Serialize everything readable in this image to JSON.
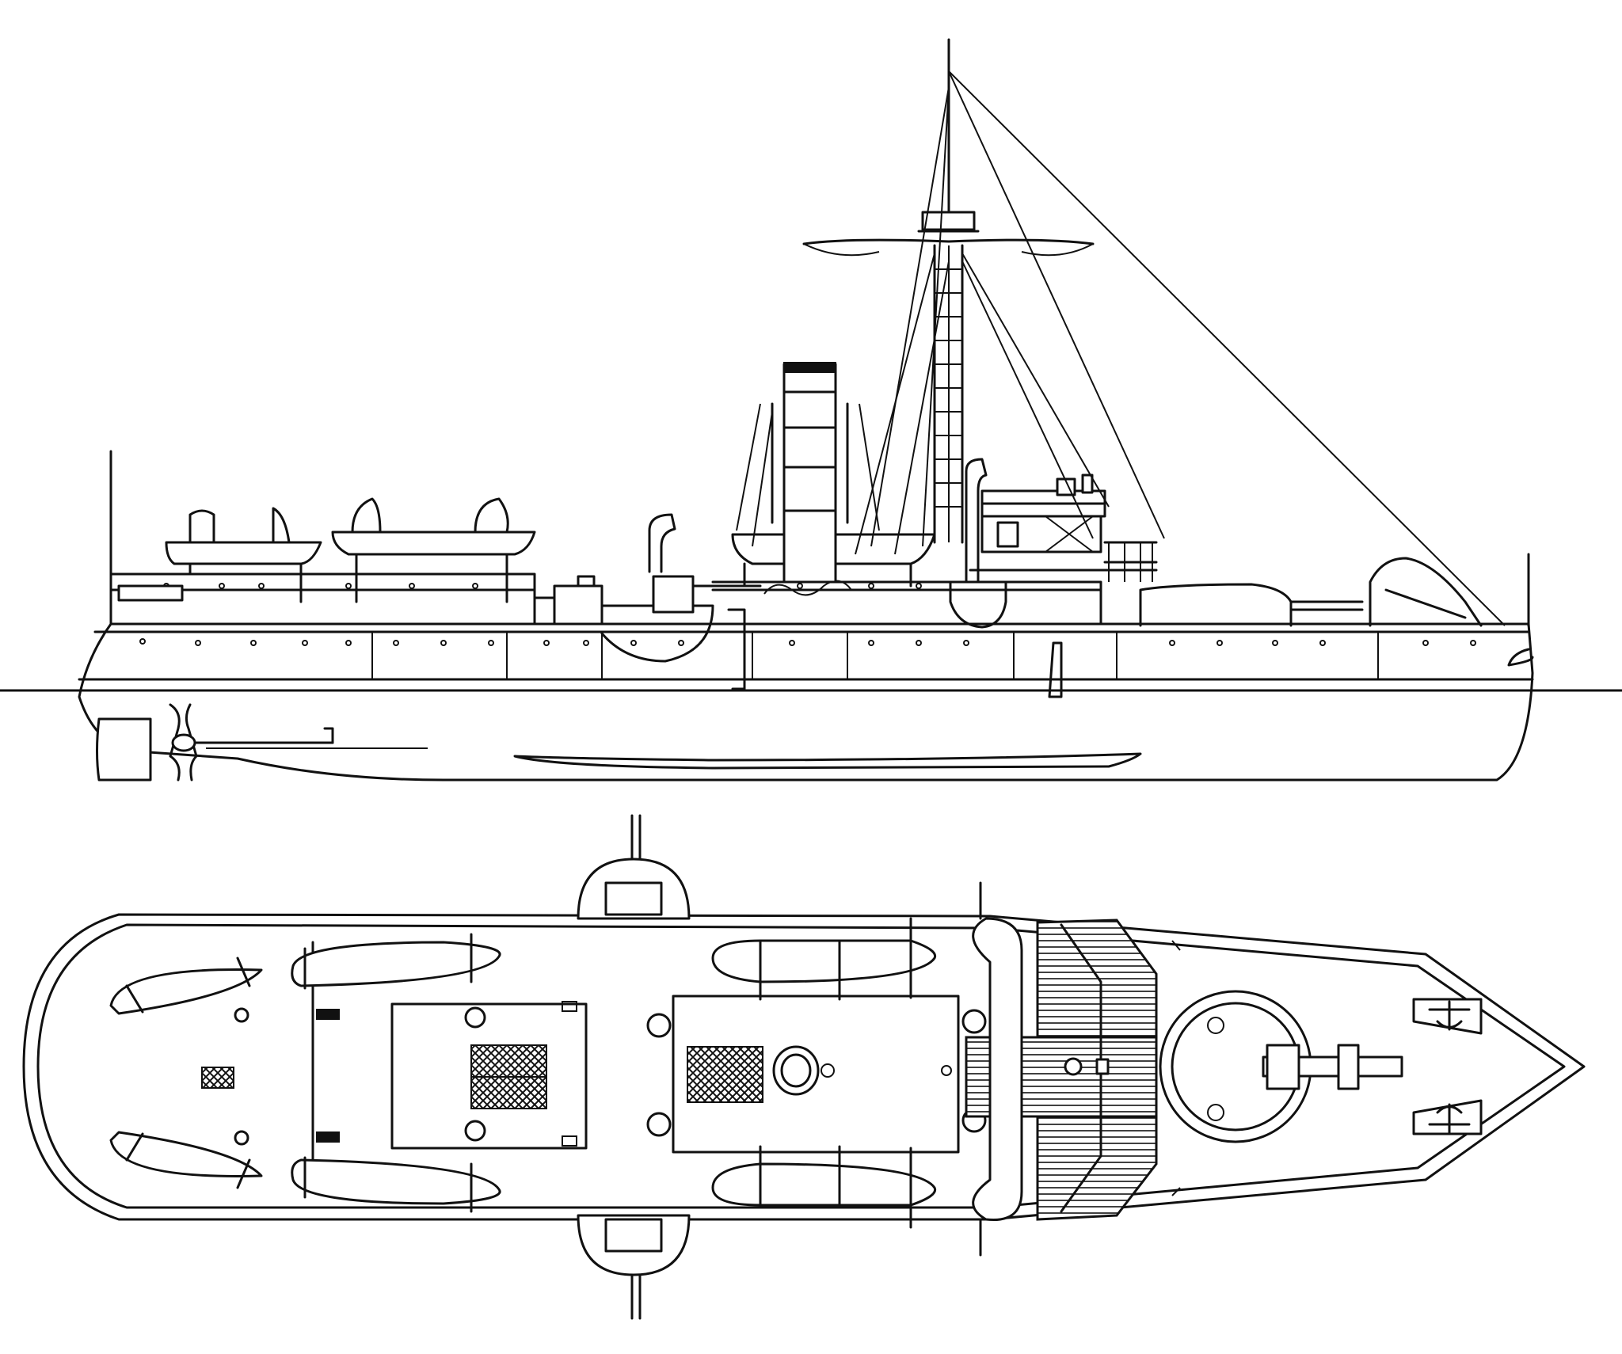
{
  "drawing": {
    "views": [
      {
        "id": "profile",
        "kind": "side elevation"
      },
      {
        "id": "plan",
        "kind": "deck plan"
      }
    ],
    "stroke_color": "#111111",
    "background_color": "#ffffff"
  }
}
